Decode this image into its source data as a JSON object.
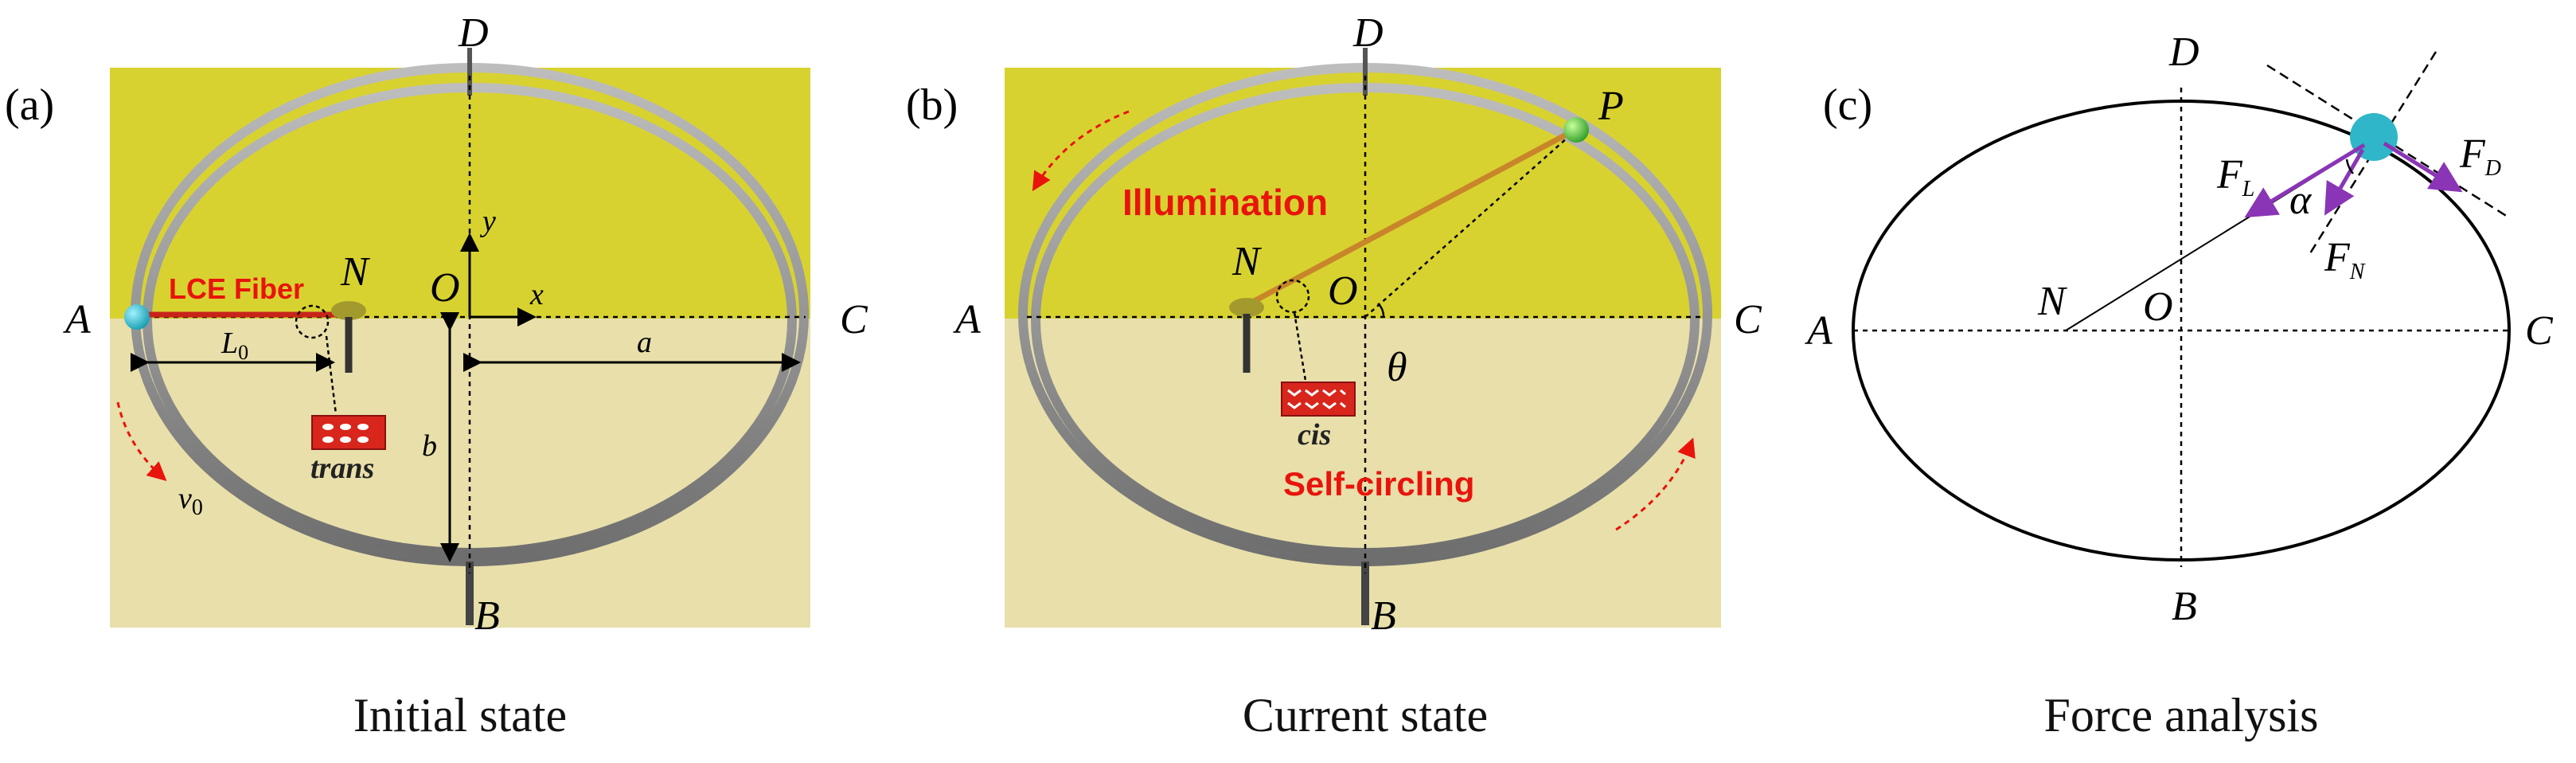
{
  "panels": [
    {
      "panel_label": "(a)",
      "caption": "Initial state",
      "points": {
        "A": "A",
        "B": "B",
        "C": "C",
        "D": "D",
        "N": "N",
        "O": "O"
      },
      "axes": {
        "x": "x",
        "y": "y"
      },
      "fiber_label": "LCE Fiber",
      "length_label": "L",
      "length_sub": "0",
      "semi_major": "a",
      "semi_minor": "b",
      "molecule_tag": "trans",
      "velocity_label": "v",
      "velocity_sub": "0"
    },
    {
      "panel_label": "(b)",
      "caption": "Current state",
      "points": {
        "A": "A",
        "B": "B",
        "C": "C",
        "D": "D",
        "N": "N",
        "O": "O",
        "P": "P"
      },
      "angle_label": "θ",
      "illumination_label": "Illumination",
      "motion_label": "Self-circling",
      "molecule_tag": "cis"
    },
    {
      "panel_label": "(c)",
      "caption": "Force analysis",
      "points": {
        "A": "A",
        "B": "B",
        "C": "C",
        "D": "D",
        "N": "N",
        "O": "O"
      },
      "angle_label": "α",
      "forces": {
        "FL": {
          "main": "F",
          "sub": "L"
        },
        "FN": {
          "main": "F",
          "sub": "N"
        },
        "FD": {
          "main": "F",
          "sub": "D"
        }
      }
    }
  ],
  "colors": {
    "upper_bg": "#d8d230",
    "lower_bg": "#e8dfaa",
    "track": "#8c8c8c",
    "fiber": "#c8241a",
    "fiber_b": "#c9852a",
    "arrow": "#8a35b5",
    "ball": "#2fb6c8",
    "label_red": "#e8140c"
  }
}
